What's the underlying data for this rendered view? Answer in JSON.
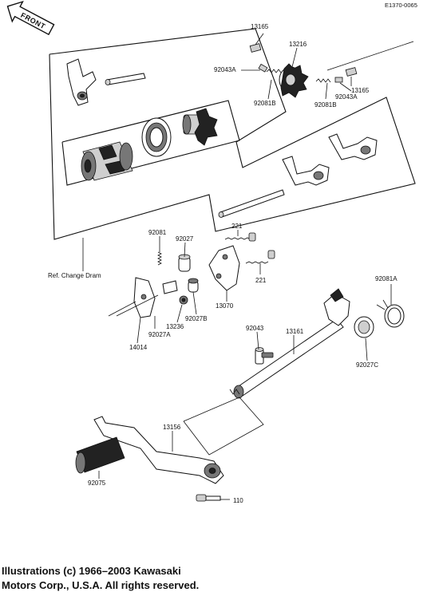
{
  "diagram": {
    "code": "E1370-0065",
    "front_label": "FRONT",
    "reference_label": "Ref.  Change Dram",
    "part_labels": {
      "p13165_top": "13165",
      "p13216": "13216",
      "p92043A_left": "92043A",
      "p92081B_left": "92081B",
      "p92043A_right": "92043A",
      "p92081B_right": "92081B",
      "p13165_right": "13165",
      "p92081_left": "92081",
      "p92027": "92027",
      "p221_top": "221",
      "p221_bottom": "221",
      "p13070": "13070",
      "p92027B": "92027B",
      "p13236": "13236",
      "p92027A": "92027A",
      "p14014": "14014",
      "p92081A": "92081A",
      "p92043": "92043",
      "p13161": "13161",
      "p92027C": "92027C",
      "p13156": "13156",
      "p92075": "92075",
      "p110": "110"
    }
  },
  "footer": {
    "copyright_line1": "Illustrations (c) 1966–2003 Kawasaki",
    "copyright_line2": "Motors Corp., U.S.A.  All rights reserved."
  }
}
